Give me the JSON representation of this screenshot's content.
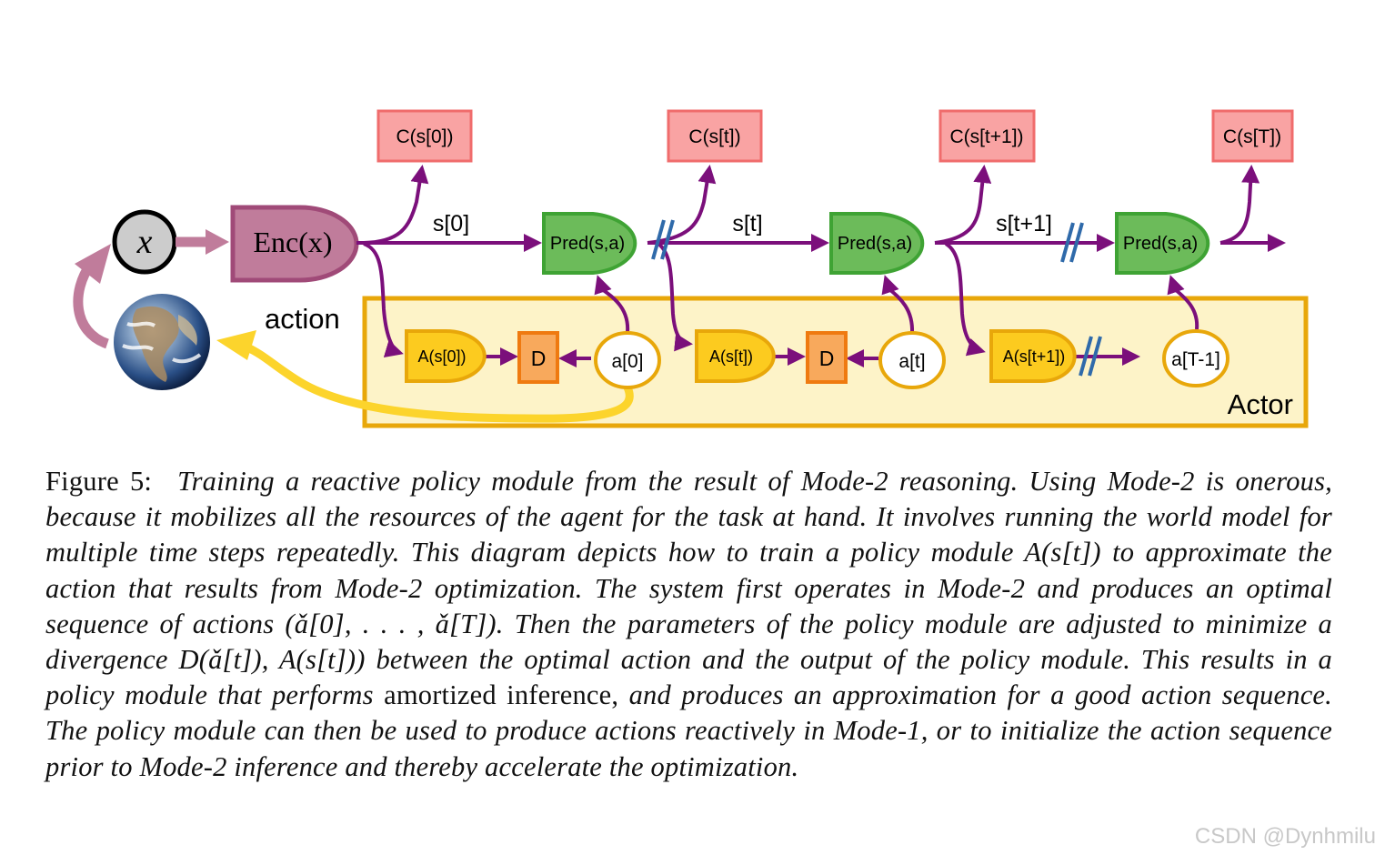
{
  "diagram": {
    "input_label": "x",
    "encoder_label": "Enc(x)",
    "action_label": "action",
    "actor_label": "Actor",
    "cost_boxes": [
      "C(s[0])",
      "C(s[t])",
      "C(s[t+1])",
      "C(s[T])"
    ],
    "state_labels": [
      "s[0]",
      "s[t]",
      "s[t+1]"
    ],
    "predictors": [
      "Pred(s,a)",
      "Pred(s,a)",
      "Pred(s,a)"
    ],
    "policy_modules": [
      "A(s[0])",
      "A(s[t])",
      "A(s[t+1])"
    ],
    "divergences": [
      "D",
      "D"
    ],
    "actions": [
      "a[0]",
      "a[t]",
      "a[T-1]"
    ],
    "colors": {
      "arrow": "#7b0f7b",
      "cost_fill": "#f9a3a3",
      "cost_stroke": "#f06c6c",
      "pred_fill": "#6cbb5a",
      "pred_stroke": "#3fa334",
      "enc_fill": "#c07c9b",
      "enc_stroke": "#a04a78",
      "actor_fill": "#fdf3c8",
      "actor_stroke": "#e8a70a",
      "policy_fill": "#fccb1f",
      "div_fill": "#f8a95c",
      "div_stroke": "#ef7a10",
      "action_stroke": "#e8a70a",
      "world_arrow": "#c07c9b",
      "action_arrow": "#fcd42c",
      "cut_mark": "#2f6aaa"
    },
    "icons": [
      "earth-icon"
    ]
  },
  "caption": {
    "figure_label": "Figure 5:",
    "text_italic_part1": "Training a reactive policy module from the result of Mode-2 reasoning. Using Mode-2 is onerous, because it mobilizes all the resources of the agent for the task at hand. It involves running the world model for multiple time steps repeatedly. This diagram depicts how to train a policy module A(s[t]) to approximate the action that results from Mode-2 optimization. The system first operates in Mode-2 and produces an optimal sequence of actions (ǎ[0], . . . , ǎ[T]). Then the parameters of the policy module are adjusted to minimize a divergence D(ǎ[t]), A(s[t])) between the optimal action and the output of the policy module. This results in a policy module that performs",
    "text_upright": " amortized inference,",
    "text_italic_part2": " and produces an approximation for a good action sequence. The policy module can then be used to produce actions reactively in Mode-1, or to initialize the action sequence prior to Mode-2 inference and thereby accelerate the optimization."
  },
  "watermark": "CSDN @Dynhmilu"
}
